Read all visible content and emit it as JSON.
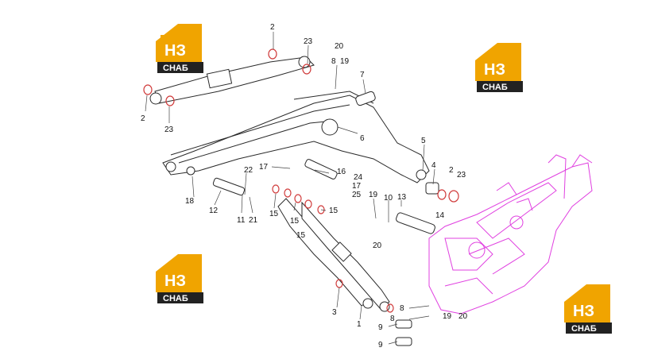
{
  "logos": [
    {
      "id": "logo-top-left",
      "letters_top": "НЗ",
      "letters_bottom": "СНАБ"
    },
    {
      "id": "logo-top-right",
      "letters_top": "НЗ",
      "letters_bottom": "СНАБ"
    },
    {
      "id": "logo-bottom-left",
      "letters_top": "НЗ",
      "letters_bottom": "СНАБ"
    },
    {
      "id": "logo-bottom-right",
      "letters_top": "НЗ",
      "letters_bottom": "СНАБ"
    }
  ],
  "part_labels": [
    "1",
    "2",
    "3",
    "4",
    "5",
    "6",
    "7",
    "8",
    "9",
    "10",
    "11",
    "12",
    "13",
    "14",
    "15",
    "16",
    "17",
    "18",
    "19",
    "20",
    "21",
    "22",
    "23",
    "24",
    "25"
  ],
  "colors": {
    "logo_orange": "#f0a400",
    "logo_dark": "#222222",
    "frame_magenta": "#e040e0",
    "ring_red": "#d03a3a"
  }
}
